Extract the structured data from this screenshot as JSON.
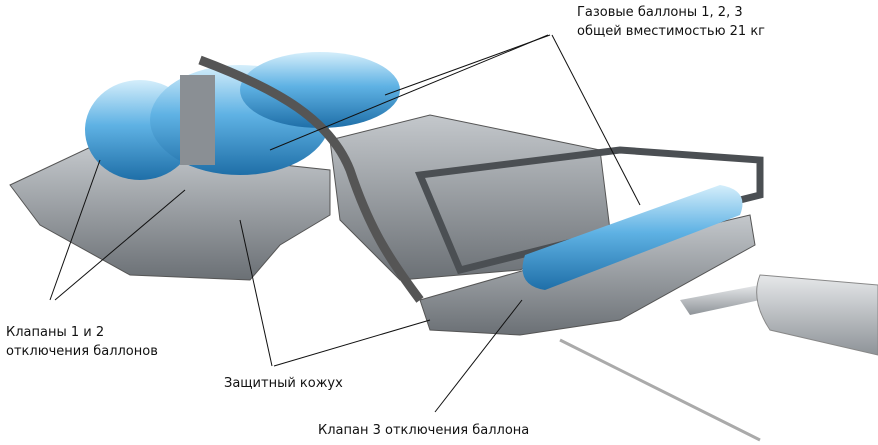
{
  "labels": {
    "gas_cylinders_line1": "Газовые баллоны 1, 2, 3",
    "gas_cylinders_line2": "общей вместимостью 21 кг",
    "valves_line1": "Клапаны 1 и 2",
    "valves_line2": "отключения баллонов",
    "protective_cover": "Защитный кожух",
    "valve3": "Клапан 3 отключения баллона"
  },
  "colors": {
    "tank_blue": "#4a9fd6",
    "tank_highlight": "#bfe3f7",
    "frame_gray": "#6e7378",
    "cover_gray": "#9aa0a6",
    "exhaust_gray": "#b8bcc0"
  }
}
